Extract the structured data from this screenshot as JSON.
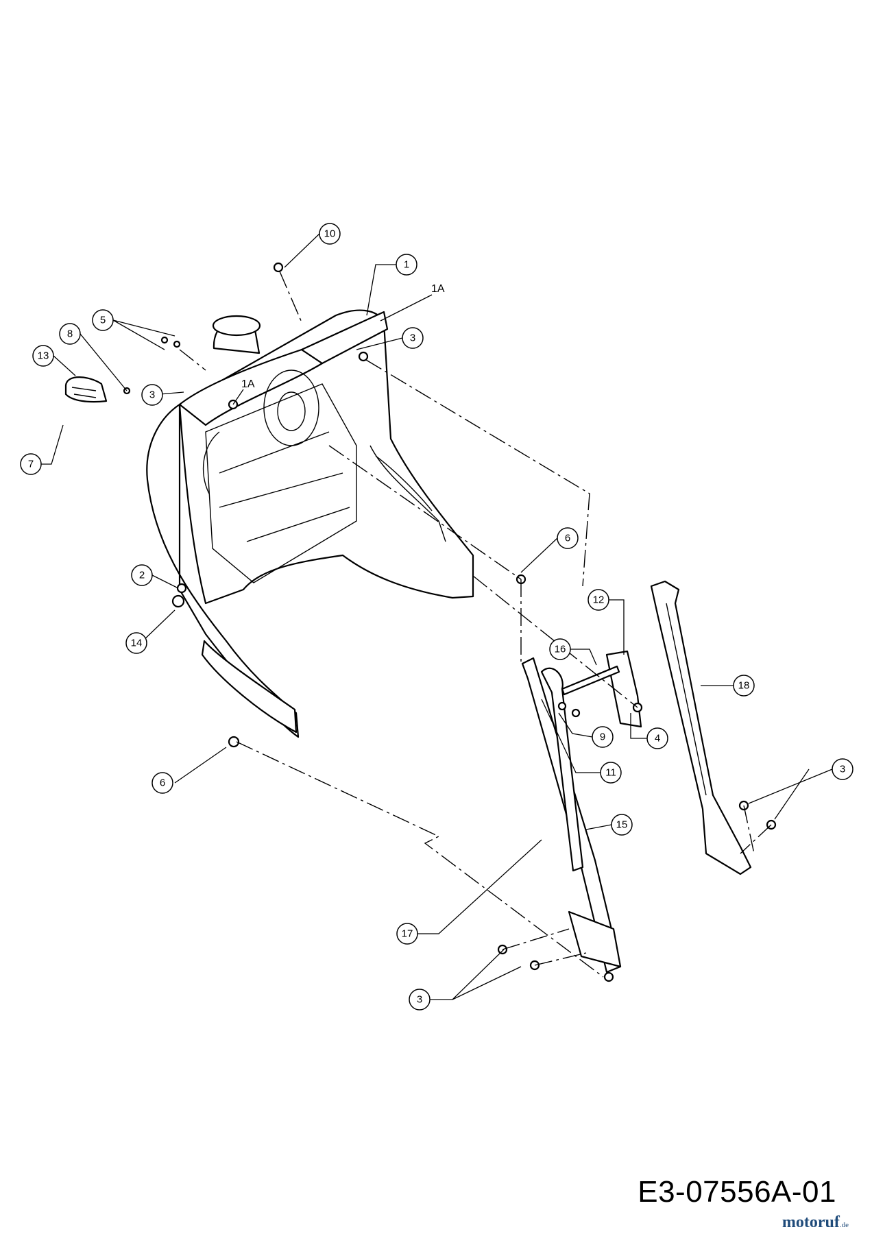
{
  "drawing_code": "E3-07556A-01",
  "watermark": {
    "name": "motoruf",
    "tld": ".de"
  },
  "callouts": {
    "c1": "1",
    "c1a_top": "1A",
    "c1a_mid": "1A",
    "c2": "2",
    "c3_top": "3",
    "c3_left": "3",
    "c3_right": "3",
    "c3_bottom": "3",
    "c4": "4",
    "c5": "5",
    "c6_right": "6",
    "c6_left": "6",
    "c7": "7",
    "c8": "8",
    "c9": "9",
    "c10": "10",
    "c11": "11",
    "c12": "12",
    "c13": "13",
    "c14": "14",
    "c15": "15",
    "c16": "16",
    "c17": "17",
    "c18": "18"
  }
}
